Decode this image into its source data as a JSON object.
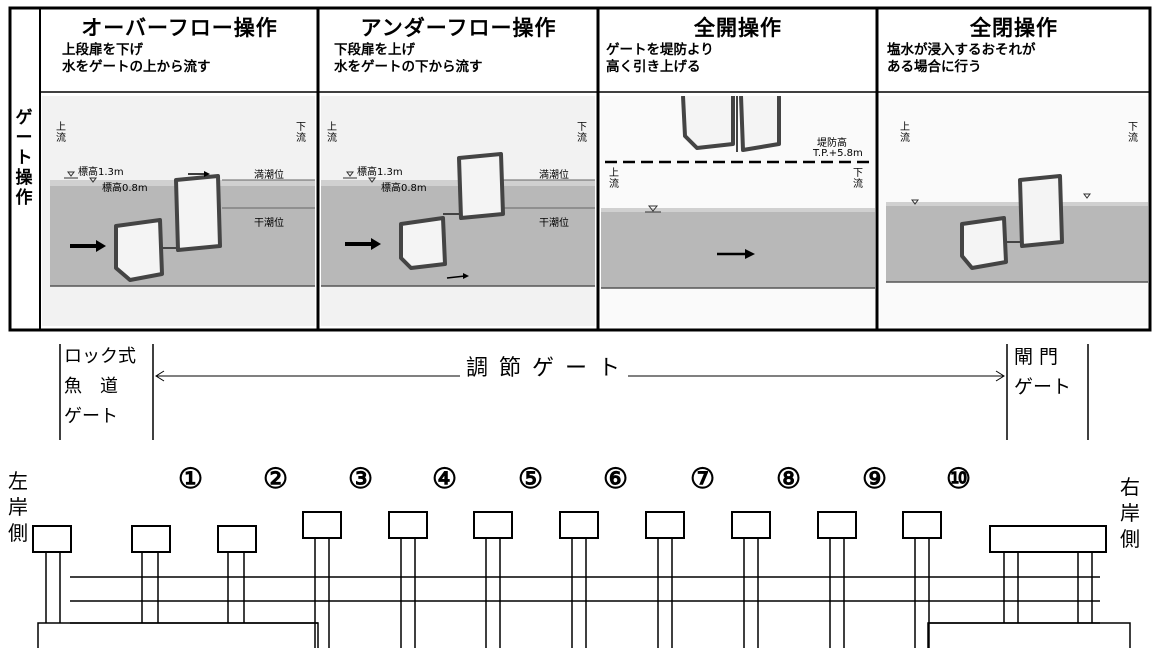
{
  "gate_operation_label": [
    "ゲ",
    "ー",
    "ト",
    "操",
    "作"
  ],
  "operations": [
    {
      "title": "オーバーフロー操作",
      "desc": [
        "上段扉を下げ",
        "水をゲートの上から流す"
      ],
      "labels": {
        "upstream": [
          "上",
          "流"
        ],
        "downstream": [
          "下",
          "流"
        ],
        "elev1": "標高1.3m",
        "elev2": "標高0.8m",
        "high_tide": "満潮位",
        "low_tide": "干潮位"
      }
    },
    {
      "title": "アンダーフロー操作",
      "desc": [
        "下段扉を上げ",
        "水をゲートの下から流す"
      ],
      "labels": {
        "upstream": [
          "上",
          "流"
        ],
        "downstream": [
          "下",
          "流"
        ],
        "elev1": "標高1.3m",
        "elev2": "標高0.8m",
        "high_tide": "満潮位",
        "low_tide": "干潮位"
      }
    },
    {
      "title": "全開操作",
      "desc": [
        "ゲートを堤防より",
        "高く引き上げる"
      ],
      "labels": {
        "upstream": [
          "上",
          "流"
        ],
        "downstream": [
          "下",
          "流"
        ],
        "levee": "堤防高",
        "tp": "T.P.+5.8m"
      }
    },
    {
      "title": "全閉操作",
      "desc": [
        "塩水が浸入するおそれが",
        "ある場合に行う"
      ],
      "labels": {
        "upstream": [
          "上",
          "流"
        ],
        "downstream": [
          "下",
          "流"
        ]
      }
    }
  ],
  "lock_gate": [
    "ロック式",
    "魚　道",
    "ゲート"
  ],
  "adjust_gate": "調 節 ゲ ー ト",
  "sluice_gate": [
    "閘 門",
    "ゲート"
  ],
  "left_bank": [
    "左",
    "岸",
    "側"
  ],
  "right_bank": [
    "右",
    "岸",
    "側"
  ],
  "gate_numbers": [
    "①",
    "②",
    "③",
    "④",
    "⑤",
    "⑥",
    "⑦",
    "⑧",
    "⑨",
    "⑩"
  ],
  "colors": {
    "water": "#b8b8b8",
    "sky": "#f2f2f2",
    "gate_fill": "#f4f4f4",
    "line": "#000000"
  }
}
